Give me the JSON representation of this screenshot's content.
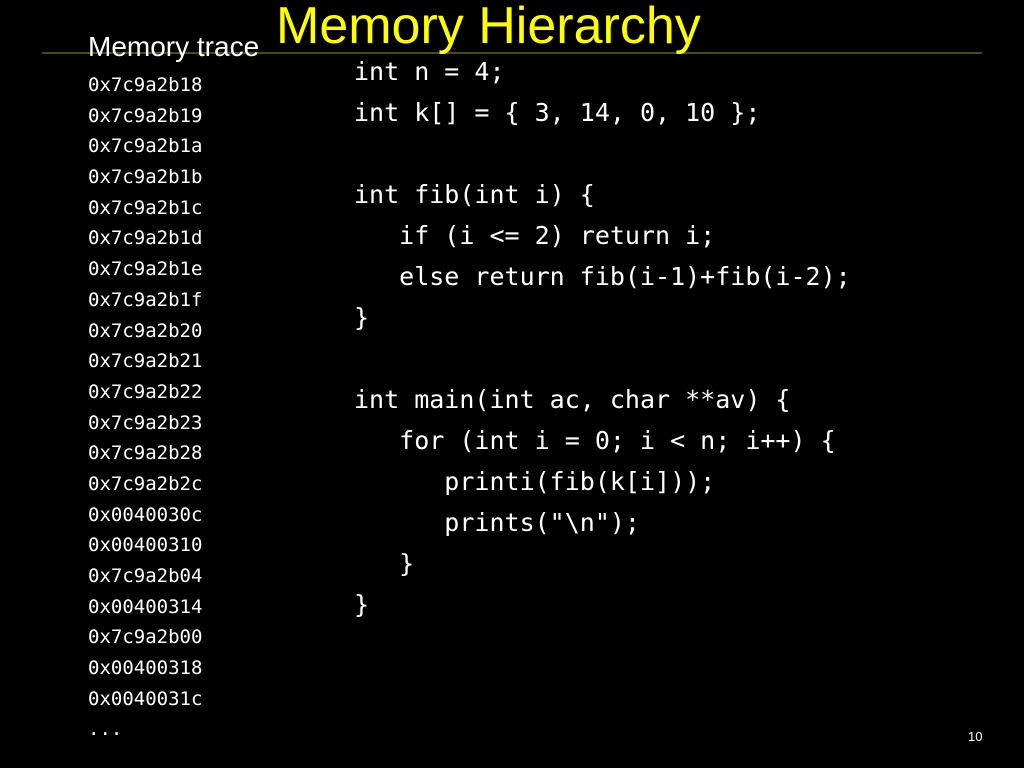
{
  "slide": {
    "title": "Memory Hierarchy",
    "trace_heading": "Memory trace",
    "trace": [
      "0x7c9a2b18",
      "0x7c9a2b19",
      "0x7c9a2b1a",
      "0x7c9a2b1b",
      "0x7c9a2b1c",
      "0x7c9a2b1d",
      "0x7c9a2b1e",
      "0x7c9a2b1f",
      "0x7c9a2b20",
      "0x7c9a2b21",
      "0x7c9a2b22",
      "0x7c9a2b23",
      "0x7c9a2b28",
      "0x7c9a2b2c",
      "0x0040030c",
      "0x00400310",
      "0x7c9a2b04",
      "0x00400314",
      "0x7c9a2b00",
      "0x00400318",
      "0x0040031c",
      "..."
    ],
    "code": [
      "int n = 4;",
      "int k[] = { 3, 14, 0, 10 };",
      "",
      "int fib(int i) {",
      "   if (i <= 2) return i;",
      "   else return fib(i-1)+fib(i-2);",
      "}",
      "",
      "int main(int ac, char **av) {",
      "   for (int i = 0; i < n; i++) {",
      "      printi(fib(k[i]));",
      "      prints(\"\\n\");",
      "   }",
      "}"
    ],
    "page_number": "10"
  },
  "colors": {
    "background": "#000000",
    "title": "#ffff00",
    "text": "#ffffff",
    "rule": "#4a4a1e"
  }
}
